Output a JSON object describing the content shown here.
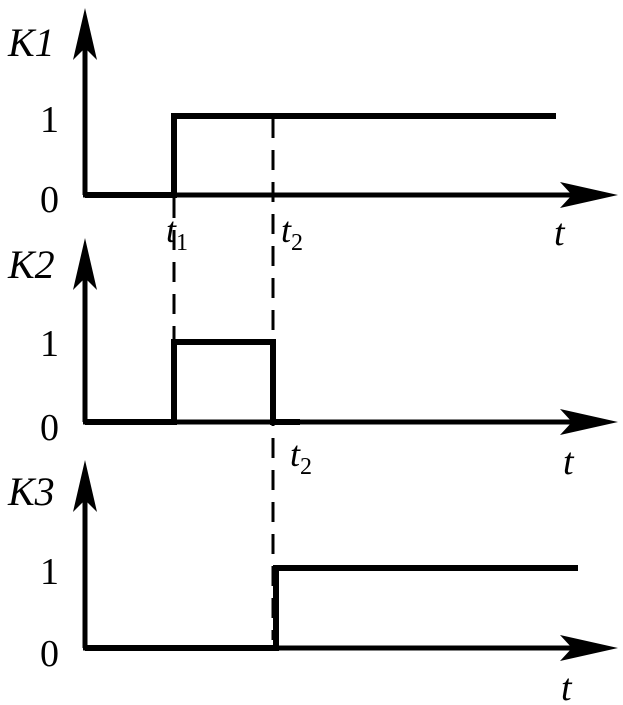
{
  "diagram": {
    "signals": [
      {
        "name": "K1",
        "level_high": "1",
        "level_low": "0",
        "axis_label": "t",
        "edges": [
          {
            "symbol": "t",
            "subscript": "1"
          },
          {
            "symbol": "t",
            "subscript": "2"
          }
        ],
        "waveform": [
          0,
          1,
          1
        ]
      },
      {
        "name": "K2",
        "level_high": "1",
        "level_low": "0",
        "axis_label": "t",
        "edges": [
          {
            "symbol": "t",
            "subscript": "2"
          }
        ],
        "waveform": [
          0,
          1,
          0
        ]
      },
      {
        "name": "K3",
        "level_high": "1",
        "level_low": "0",
        "axis_label": "t",
        "edges": [],
        "waveform": [
          0,
          0,
          1
        ]
      }
    ]
  }
}
